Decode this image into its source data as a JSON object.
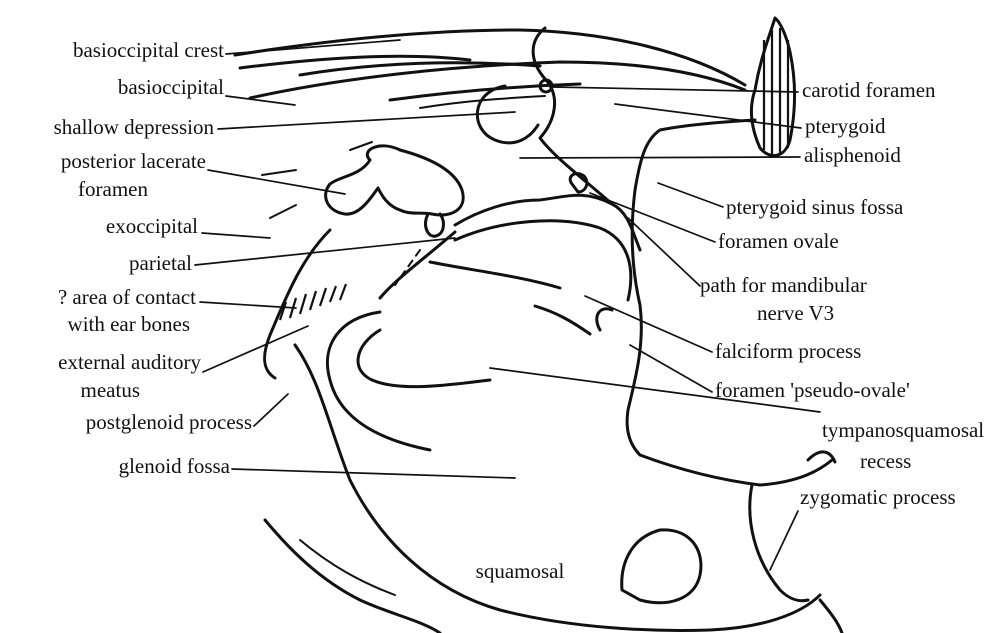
{
  "labels": {
    "basioccipital_crest": "basioccipital crest",
    "basioccipital": "basioccipital",
    "shallow_depression": "shallow depression",
    "posterior_lacerate_1": "posterior lacerate",
    "posterior_lacerate_2": "foramen",
    "exoccipital": "exoccipital",
    "parietal": "parietal",
    "ear_contact_1": "? area of contact",
    "ear_contact_2": "with ear bones",
    "external_auditory_1": "external auditory",
    "external_auditory_2": "meatus",
    "postglenoid_process": "postglenoid process",
    "glenoid_fossa": "glenoid fossa",
    "squamosal": "squamosal",
    "carotid_foramen": "carotid foramen",
    "pterygoid": "pterygoid",
    "alisphenoid": "alisphenoid",
    "pterygoid_sinus_fossa": "pterygoid sinus fossa",
    "foramen_ovale": "foramen ovale",
    "mandibular_path_1": "path for mandibular",
    "mandibular_path_2": "nerve V3",
    "falciform_process": "falciform process",
    "foramen_pseudo_ovale": "foramen 'pseudo-ovale'",
    "tympanosquamosal_1": "tympanosquamosal",
    "tympanosquamosal_2": "recess",
    "zygomatic_process": "zygomatic process"
  }
}
